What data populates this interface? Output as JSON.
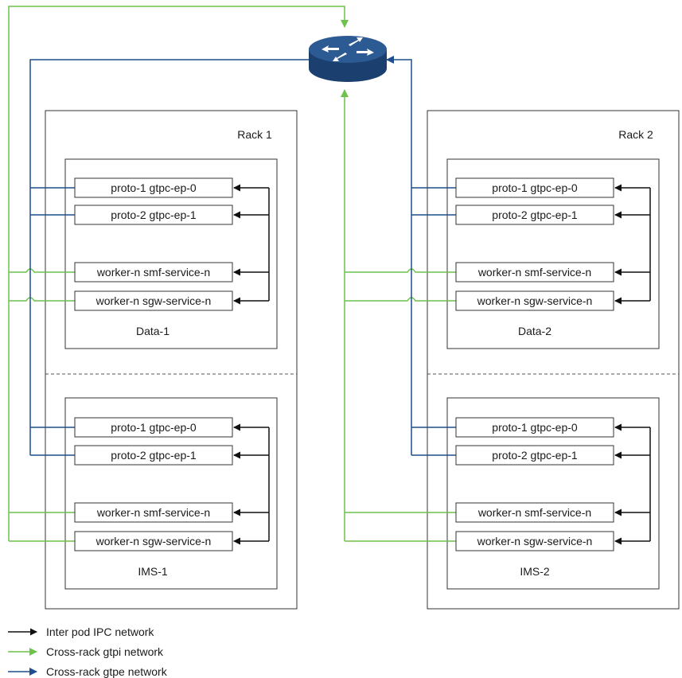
{
  "racks": [
    {
      "label": "Rack 1",
      "groups": [
        {
          "name": "Data-1",
          "services": [
            "proto-1 gtpc-ep-0",
            "proto-2 gtpc-ep-1",
            "worker-n smf-service-n",
            "worker-n sgw-service-n"
          ]
        },
        {
          "name": "IMS-1",
          "services": [
            "proto-1 gtpc-ep-0",
            "proto-2 gtpc-ep-1",
            "worker-n smf-service-n",
            "worker-n sgw-service-n"
          ]
        }
      ]
    },
    {
      "label": "Rack 2",
      "groups": [
        {
          "name": "Data-2",
          "services": [
            "proto-1 gtpc-ep-0",
            "proto-2 gtpc-ep-1",
            "worker-n smf-service-n",
            "worker-n sgw-service-n"
          ]
        },
        {
          "name": "IMS-2",
          "services": [
            "proto-1 gtpc-ep-0",
            "proto-2 gtpc-ep-1",
            "worker-n smf-service-n",
            "worker-n sgw-service-n"
          ]
        }
      ]
    }
  ],
  "router": {
    "icon": "router-icon"
  },
  "legend": [
    {
      "label": "Inter pod IPC network",
      "color": "#111111"
    },
    {
      "label": "Cross-rack gtpi network",
      "color": "#6cc24a"
    },
    {
      "label": "Cross-rack gtpe network",
      "color": "#1f4e8c"
    }
  ]
}
